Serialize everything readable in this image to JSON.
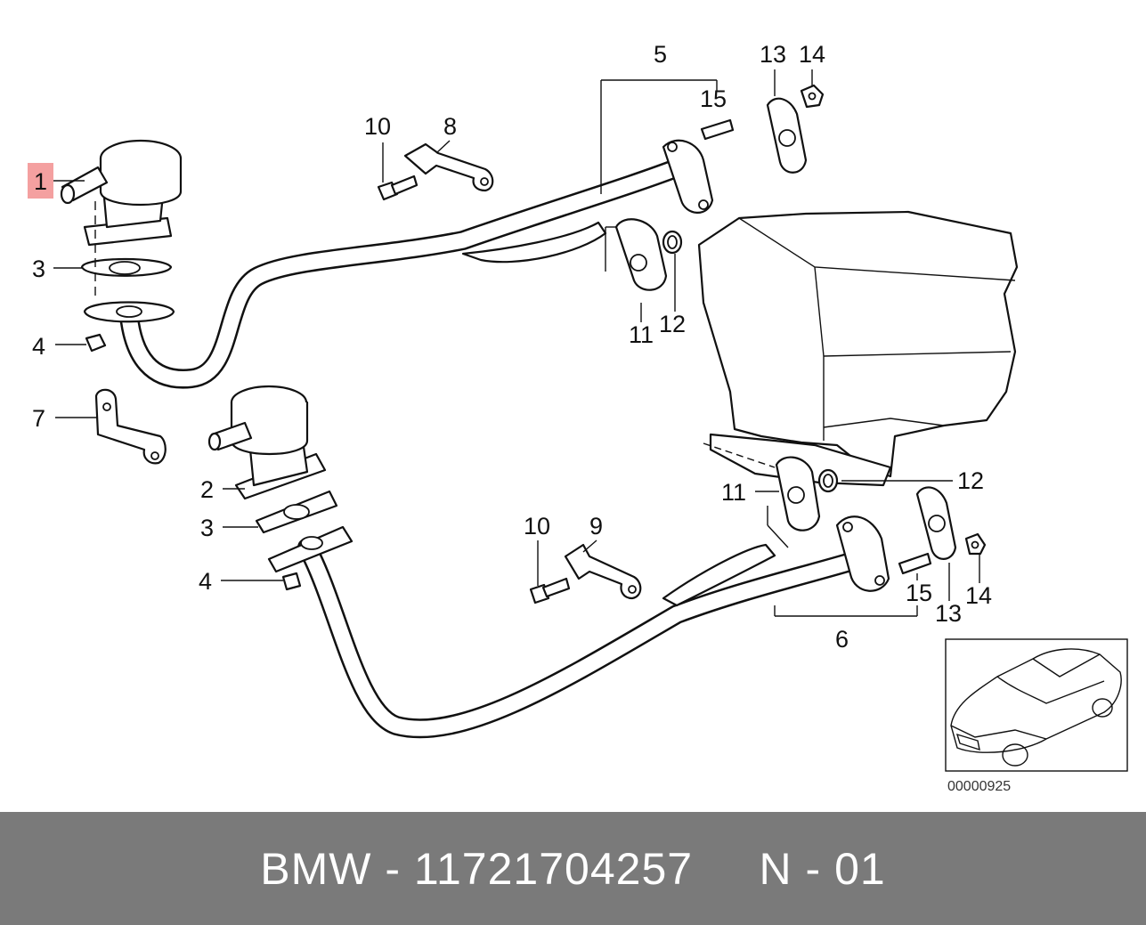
{
  "callouts": {
    "c1": "1",
    "c2": "2",
    "c3a": "3",
    "c3b": "3",
    "c4a": "4",
    "c4b": "4",
    "c5": "5",
    "c6": "6",
    "c7": "7",
    "c8": "8",
    "c9": "9",
    "c10a": "10",
    "c10b": "10",
    "c11a": "11",
    "c11b": "11",
    "c12a": "12",
    "c12b": "12",
    "c13a": "13",
    "c13b": "13",
    "c14a": "14",
    "c14b": "14",
    "c15a": "15",
    "c15b": "15"
  },
  "highlight_color": "#f4a0a0",
  "inset": {
    "code": "00000925"
  },
  "footer": {
    "text": "BMW - 11721704257     N - 01",
    "background": "#7a7a7a"
  }
}
